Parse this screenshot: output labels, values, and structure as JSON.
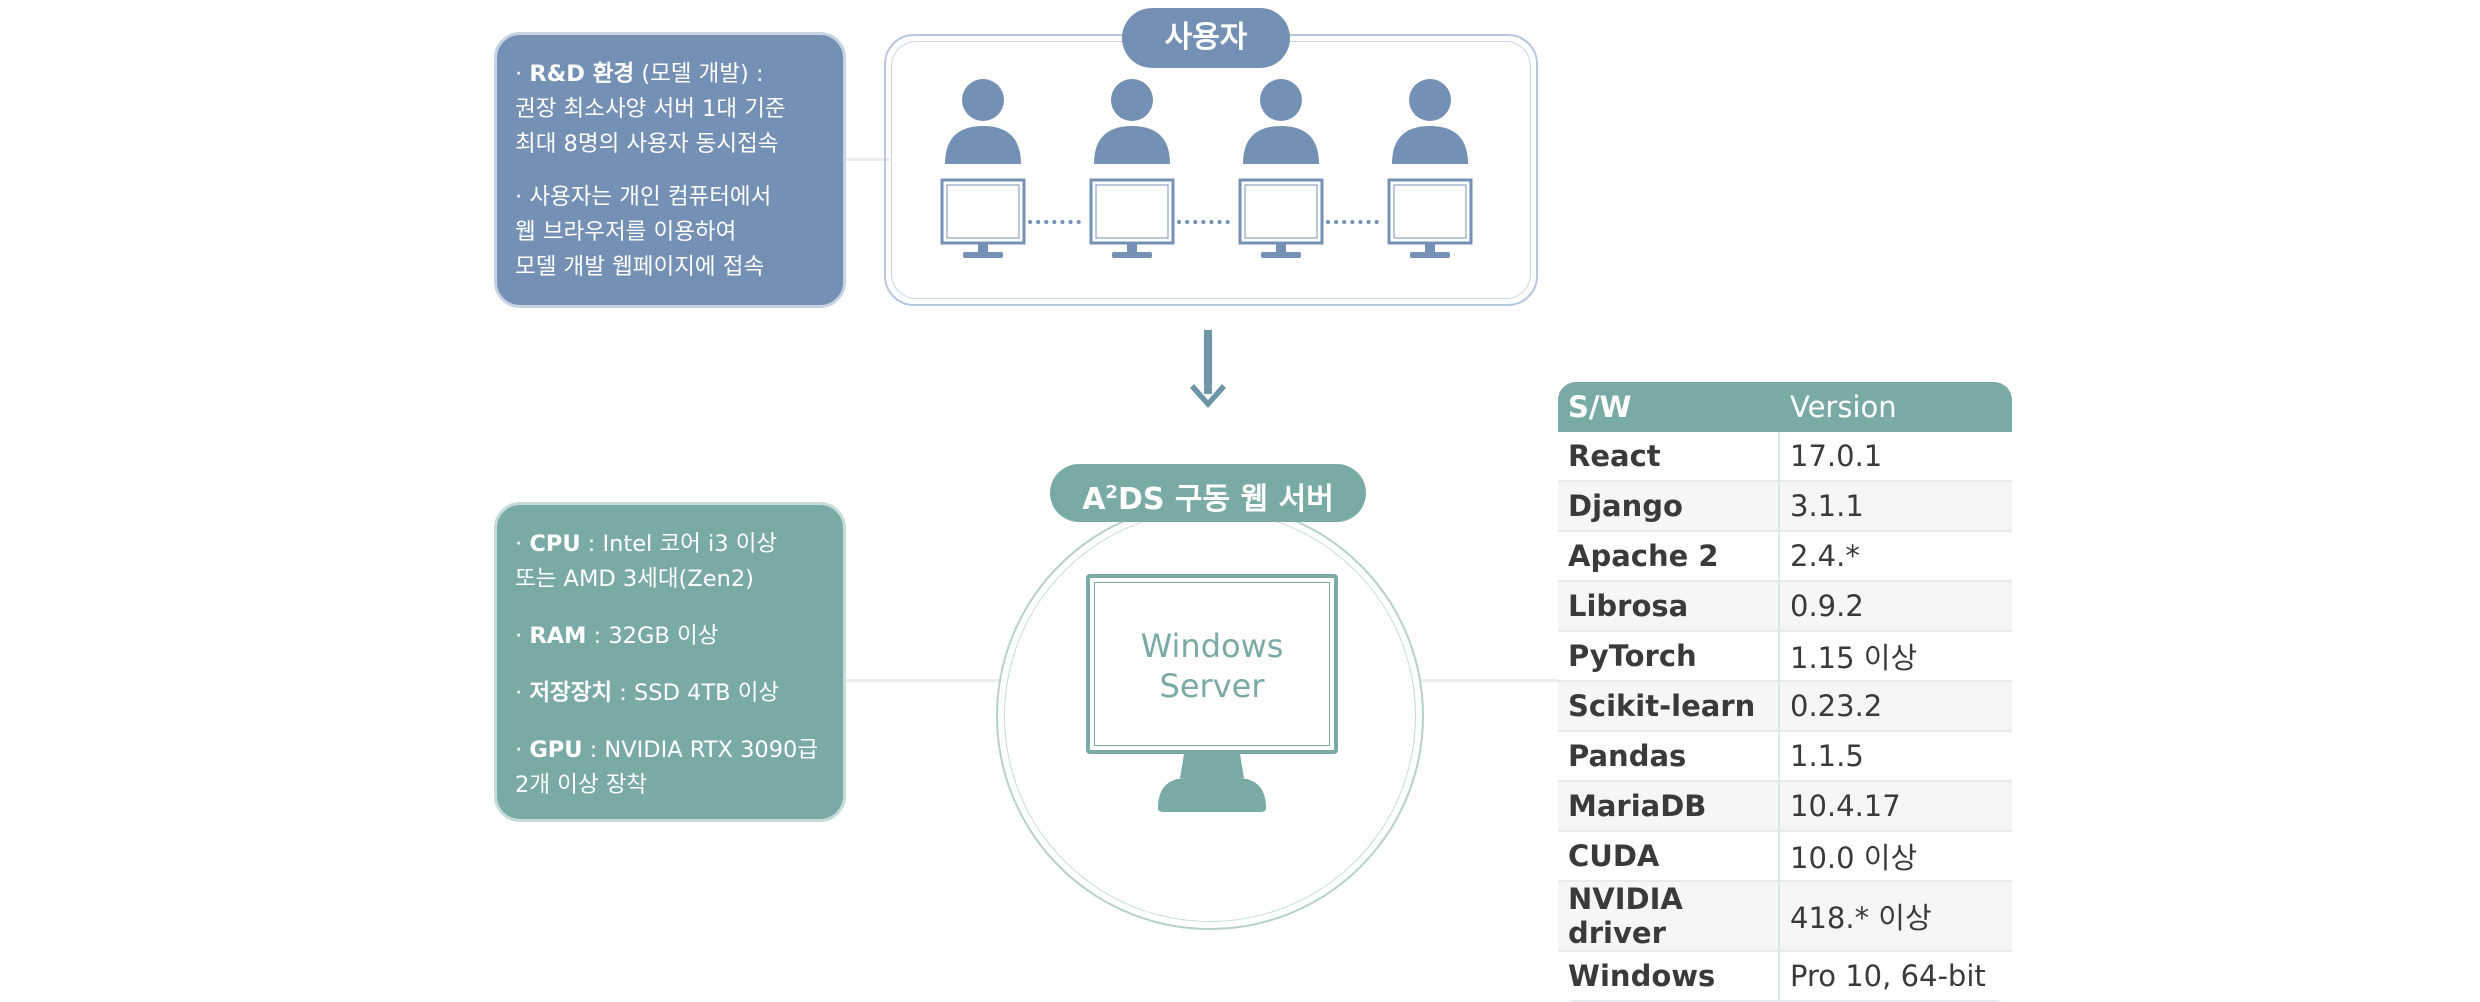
{
  "colors": {
    "user_blue": "#7590b5",
    "server_green": "#7aaaa6",
    "arrow": "#6c95a8"
  },
  "rnd_box": {
    "item1_bold": "R&D 환경",
    "item1_rest": " (모델 개발) :\n권장 최소사양 서버 1대 기준\n최대 8명의 사용자 동시접속",
    "item2": "사용자는 개인 컴퓨터에서\n웹 브라우저를 이용하여\n모델 개발 웹페이지에 접속"
  },
  "users_label": "사용자",
  "users_icons": [
    "user-icon",
    "user-icon",
    "user-icon",
    "user-icon"
  ],
  "server_label": {
    "prefix": "A",
    "sup": "2",
    "suffix": "DS 구동 웹 서버"
  },
  "monitor_text": "Windows\nServer",
  "spec_box": {
    "cpu_label": "CPU",
    "cpu_value": " : Intel 코어 i3 이상\n또는 AMD 3세대(Zen2)",
    "ram_label": "RAM",
    "ram_value": " : 32GB 이상",
    "storage_label": "저장장치",
    "storage_value": " : SSD 4TB 이상",
    "gpu_label": "GPU",
    "gpu_value": " : NVIDIA RTX 3090급\n2개 이상 장착"
  },
  "sw_table": {
    "headers": [
      "S/W",
      "Version"
    ],
    "rows": [
      [
        "React",
        "17.0.1"
      ],
      [
        "Django",
        "3.1.1"
      ],
      [
        "Apache 2",
        "2.4.*"
      ],
      [
        "Librosa",
        "0.9.2"
      ],
      [
        "PyTorch",
        "1.15 이상"
      ],
      [
        "Scikit-learn",
        "0.23.2"
      ],
      [
        "Pandas",
        "1.1.5"
      ],
      [
        "MariaDB",
        "10.4.17"
      ],
      [
        "CUDA",
        "10.0 이상"
      ],
      [
        "NVIDIA driver",
        "418.* 이상"
      ],
      [
        "Windows",
        "Pro 10, 64-bit"
      ]
    ]
  }
}
